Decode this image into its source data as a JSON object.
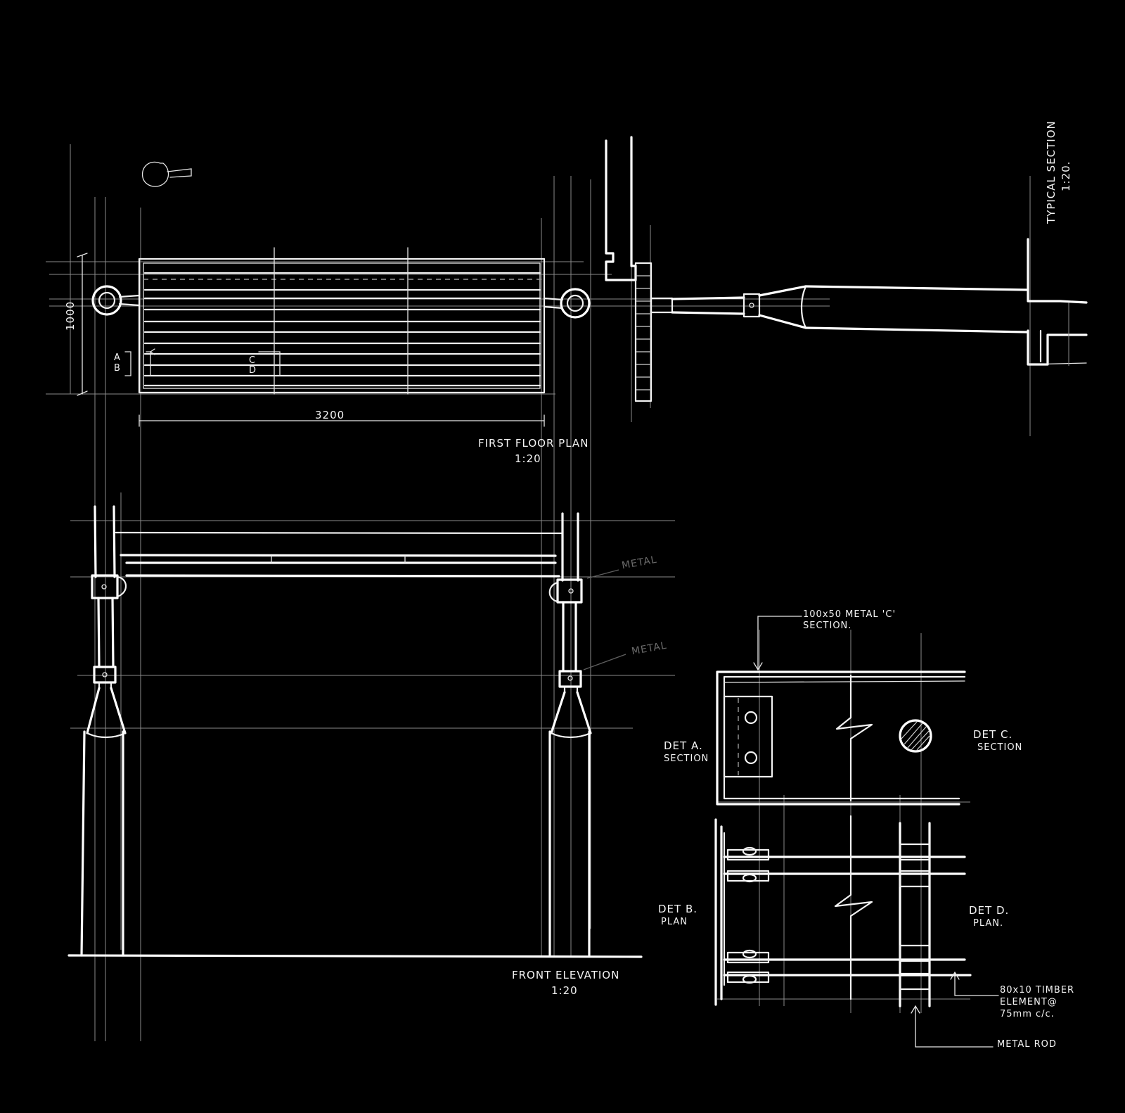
{
  "drawing": {
    "background": "#000000",
    "ink_color": "#f2f2f2",
    "plan": {
      "title": "FIRST FLOOR PLAN",
      "scale": "1:20",
      "width_dimension": "3200",
      "depth_dimension": "1000",
      "section_markers": [
        "A",
        "B",
        "C",
        "D"
      ]
    },
    "elevation": {
      "title": "FRONT ELEVATION",
      "scale": "1:20",
      "upper_note": "METAL",
      "lower_note": "METAL"
    },
    "section": {
      "title": "TYPICAL SECTION",
      "scale": "1:20."
    },
    "details": {
      "callout_top": "100x50 METAL 'C' SECTION.",
      "det_a_title": "DET A.",
      "det_a_sub": "SECTION",
      "det_c_title": "DET C.",
      "det_c_sub": "SECTION",
      "det_b_title": "DET B.",
      "det_b_sub": "PLAN",
      "det_d_title": "DET D.",
      "det_d_sub": "PLAN.",
      "timber_note": "80x10 TIMBER ELEMENT@ 75mm c/c.",
      "rod_note": "METAL ROD"
    }
  }
}
